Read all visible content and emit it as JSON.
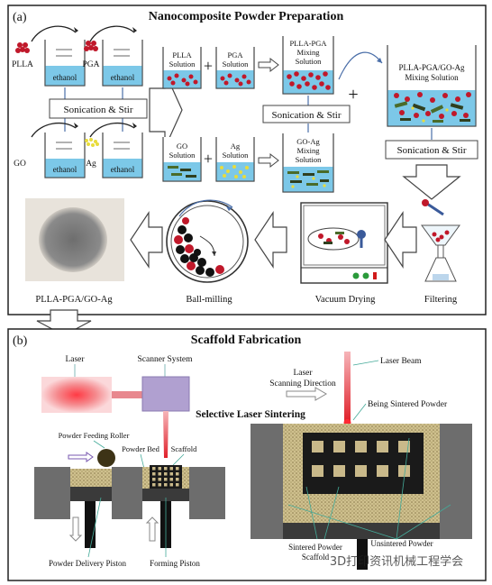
{
  "panel_a": {
    "label": "(a)",
    "title": "Nanocomposite Powder Preparation",
    "materials": {
      "plla": "PLLA",
      "pga": "PGA",
      "go": "GO",
      "ag": "Ag"
    },
    "solvent": "ethanol",
    "sonication": "Sonication & Stir",
    "plus": "+",
    "solutions": {
      "plla_l1": "PLLA",
      "plla_l2": "Solution",
      "pga_l1": "PGA",
      "pga_l2": "Solution",
      "go_l1": "GO",
      "go_l2": "Solution",
      "ag_l1": "Ag",
      "ag_l2": "Solution",
      "mix1_l1": "PLLA-PGA",
      "mix1_l2": "Mixing",
      "mix1_l3": "Solution",
      "mix2_l1": "GO-Ag",
      "mix2_l2": "Mixing",
      "mix2_l3": "Solution",
      "final_l1": "PLLA-PGA/GO-Ag",
      "final_l2": "Mixing Solution"
    },
    "steps": {
      "powder": "PLLA-PGA/GO-Ag",
      "ballmill": "Ball-milling",
      "vacuum": "Vacuum Drying",
      "filter": "Filtering"
    }
  },
  "panel_b": {
    "label": "(b)",
    "title": "Scaffold Fabrication",
    "laser": "Laser",
    "scanner": "Scanner System",
    "sls": "Selective Laser Sintering",
    "roller": "Powder Feeding Roller",
    "powder_bed": "Powder Bed",
    "scaffold": "Scaffold",
    "delivery_piston": "Powder Delivery Piston",
    "forming_piston": "Forming Piston",
    "laser_beam": "Laser Beam",
    "scan_l1": "Laser",
    "scan_l2": "Scanning Direction",
    "being_sintered": "Being Sintered Powder",
    "sintered_l1": "Sintered Powder",
    "sintered_l2": "Scaffold",
    "unsintered": "Unsintered Powder"
  },
  "watermark": "3D打印资讯机械工程学会",
  "colors": {
    "liquid": "#7cc8e8",
    "plla_red": "#c0182a",
    "go_green": "#4a6b2a",
    "ag_yellow": "#e8dc3c",
    "laser_red": "#e0202a",
    "scanner_purple": "#b0a0d0",
    "powder_tan": "#c9b98a"
  }
}
